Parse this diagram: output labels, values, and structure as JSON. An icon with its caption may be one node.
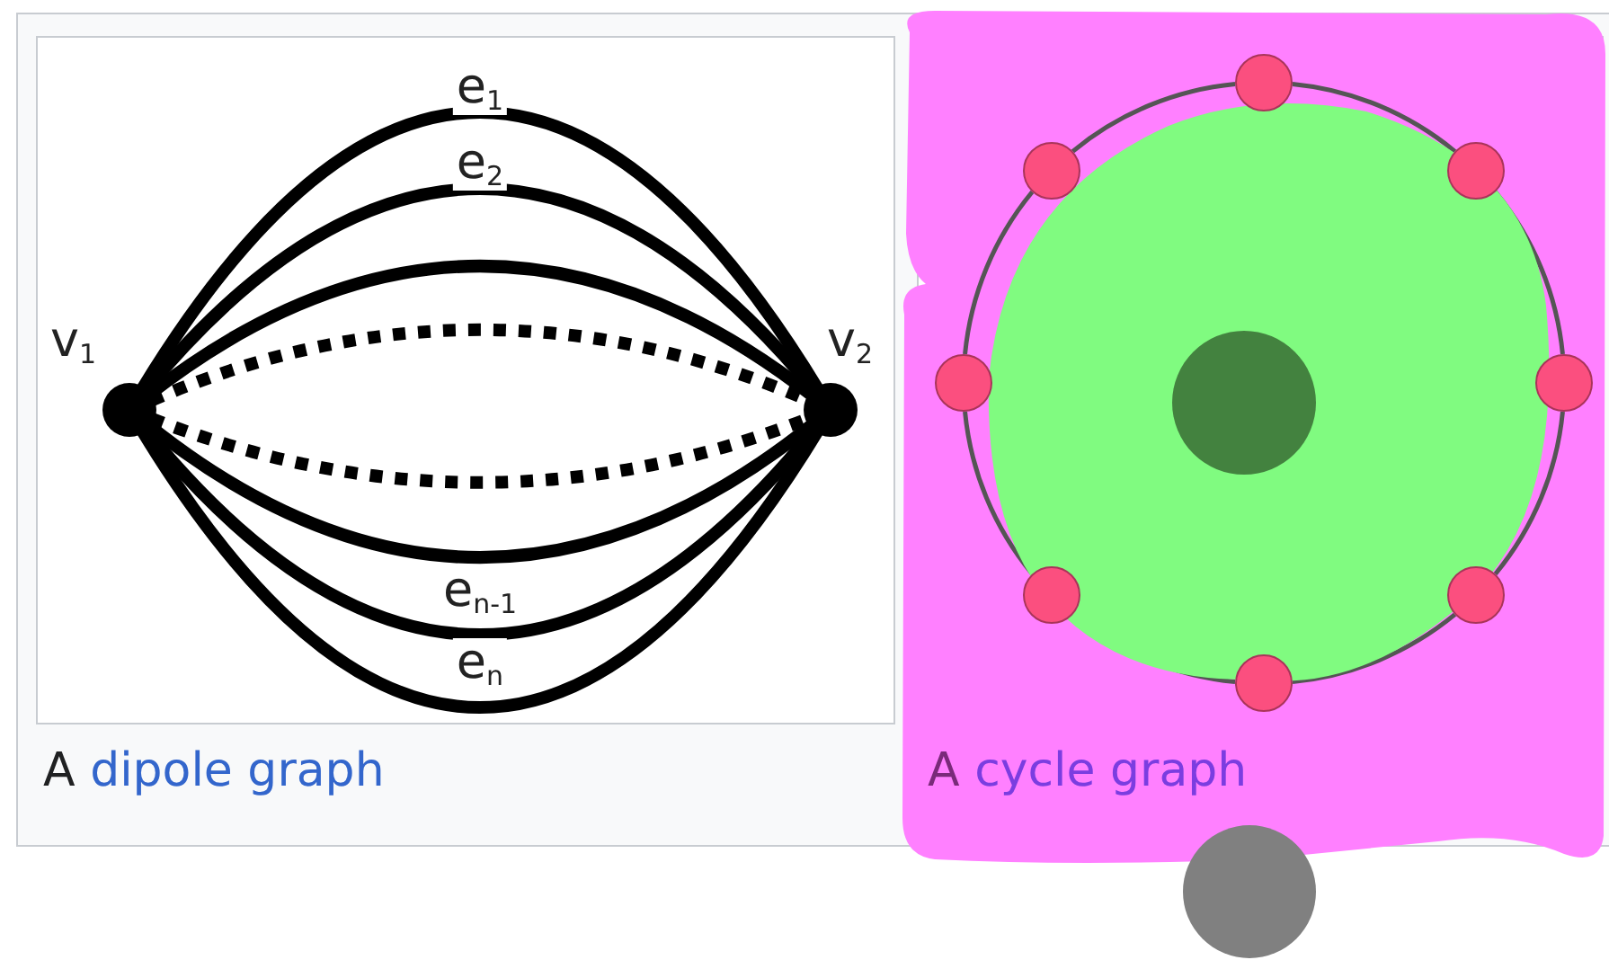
{
  "diagram": {
    "nodes": [
      {
        "text": [],
        "shape": "circle",
        "beside": [
          "v$_{1}$"
        ]
      },
      {
        "text": [],
        "shape": "circle",
        "beside": [
          "v$_{2}$"
        ]
      },
      {
        "text": [],
        "shape": "circle"
      },
      {
        "text": [],
        "shape": "circle"
      },
      {
        "text": [],
        "shape": "circle"
      },
      {
        "text": [],
        "shape": "circle"
      },
      {
        "text": [],
        "shape": "circle"
      },
      {
        "text": [],
        "shape": "circle"
      },
      {
        "text": [],
        "shape": "circle"
      },
      {
        "text": [],
        "shape": "circle"
      }
    ],
    "edges": [
      {
        "from": 0,
        "to": 1,
        "arrow": "none",
        "label": "e$_{1}$",
        "style": "thick"
      },
      {
        "from": 0,
        "to": 1,
        "arrow": "none",
        "label": "e$_{2}$",
        "style": "thick"
      },
      {
        "from": 0,
        "to": 1,
        "arrow": "none",
        "style": "thick"
      },
      {
        "from": 0,
        "to": 1,
        "arrow": "none",
        "style": "dashed"
      },
      {
        "from": 0,
        "to": 1,
        "arrow": "none",
        "style": "dashed"
      },
      {
        "from": 0,
        "to": 1,
        "arrow": "none",
        "style": "thick"
      },
      {
        "from": 0,
        "to": 1,
        "arrow": "none",
        "label": "e$_{n-1}$",
        "style": "thick"
      },
      {
        "from": 0,
        "to": 1,
        "arrow": "none",
        "label": "e$_{n}$",
        "style": "thick"
      },
      {
        "from": 2,
        "to": 3,
        "arrow": "none"
      },
      {
        "from": 3,
        "to": 4,
        "arrow": "none"
      },
      {
        "from": 4,
        "to": 5,
        "arrow": "none"
      },
      {
        "from": 5,
        "to": 6,
        "arrow": "none"
      },
      {
        "from": 6,
        "to": 7,
        "arrow": "none"
      },
      {
        "from": 7,
        "to": 8,
        "arrow": "none"
      },
      {
        "from": 8,
        "to": 9,
        "arrow": "none"
      },
      {
        "from": 9,
        "to": 2,
        "arrow": "none"
      }
    ],
    "labels": [
      "A dipole graph",
      "A cycle graph"
    ]
  }
}
